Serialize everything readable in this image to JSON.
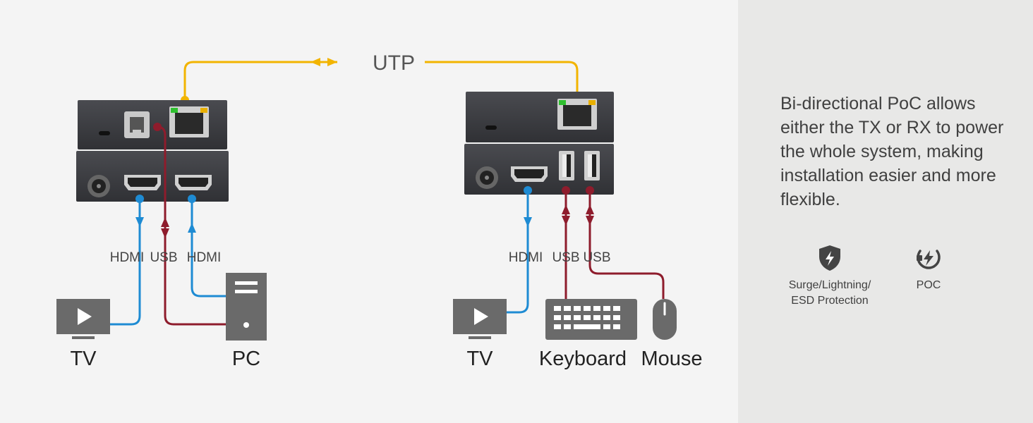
{
  "diagram": {
    "utp_label": "UTP",
    "tx_port_labels": [
      "HDMI",
      "USB",
      "HDMI"
    ],
    "rx_port_labels": [
      "HDMI",
      "USB",
      "USB"
    ],
    "tx_devices": [
      "TV",
      "PC"
    ],
    "rx_devices": [
      "TV",
      "Keyboard",
      "Mouse"
    ]
  },
  "colors": {
    "utp_cable": "#f2b400",
    "hdmi_cable": "#1e8bd3",
    "usb_cable": "#8e1c2c",
    "device_gray": "#6a6a6a",
    "extender_body": "#3a3b3f"
  },
  "side": {
    "description": "Bi-directional PoC allows either the TX or RX to power the whole system, making installation easier and more flexible.",
    "features": [
      {
        "icon": "shield-bolt-icon",
        "label": "Surge/Lightning/\nESD Protection"
      },
      {
        "icon": "power-plug-bolt-icon",
        "label": "POC"
      }
    ]
  }
}
